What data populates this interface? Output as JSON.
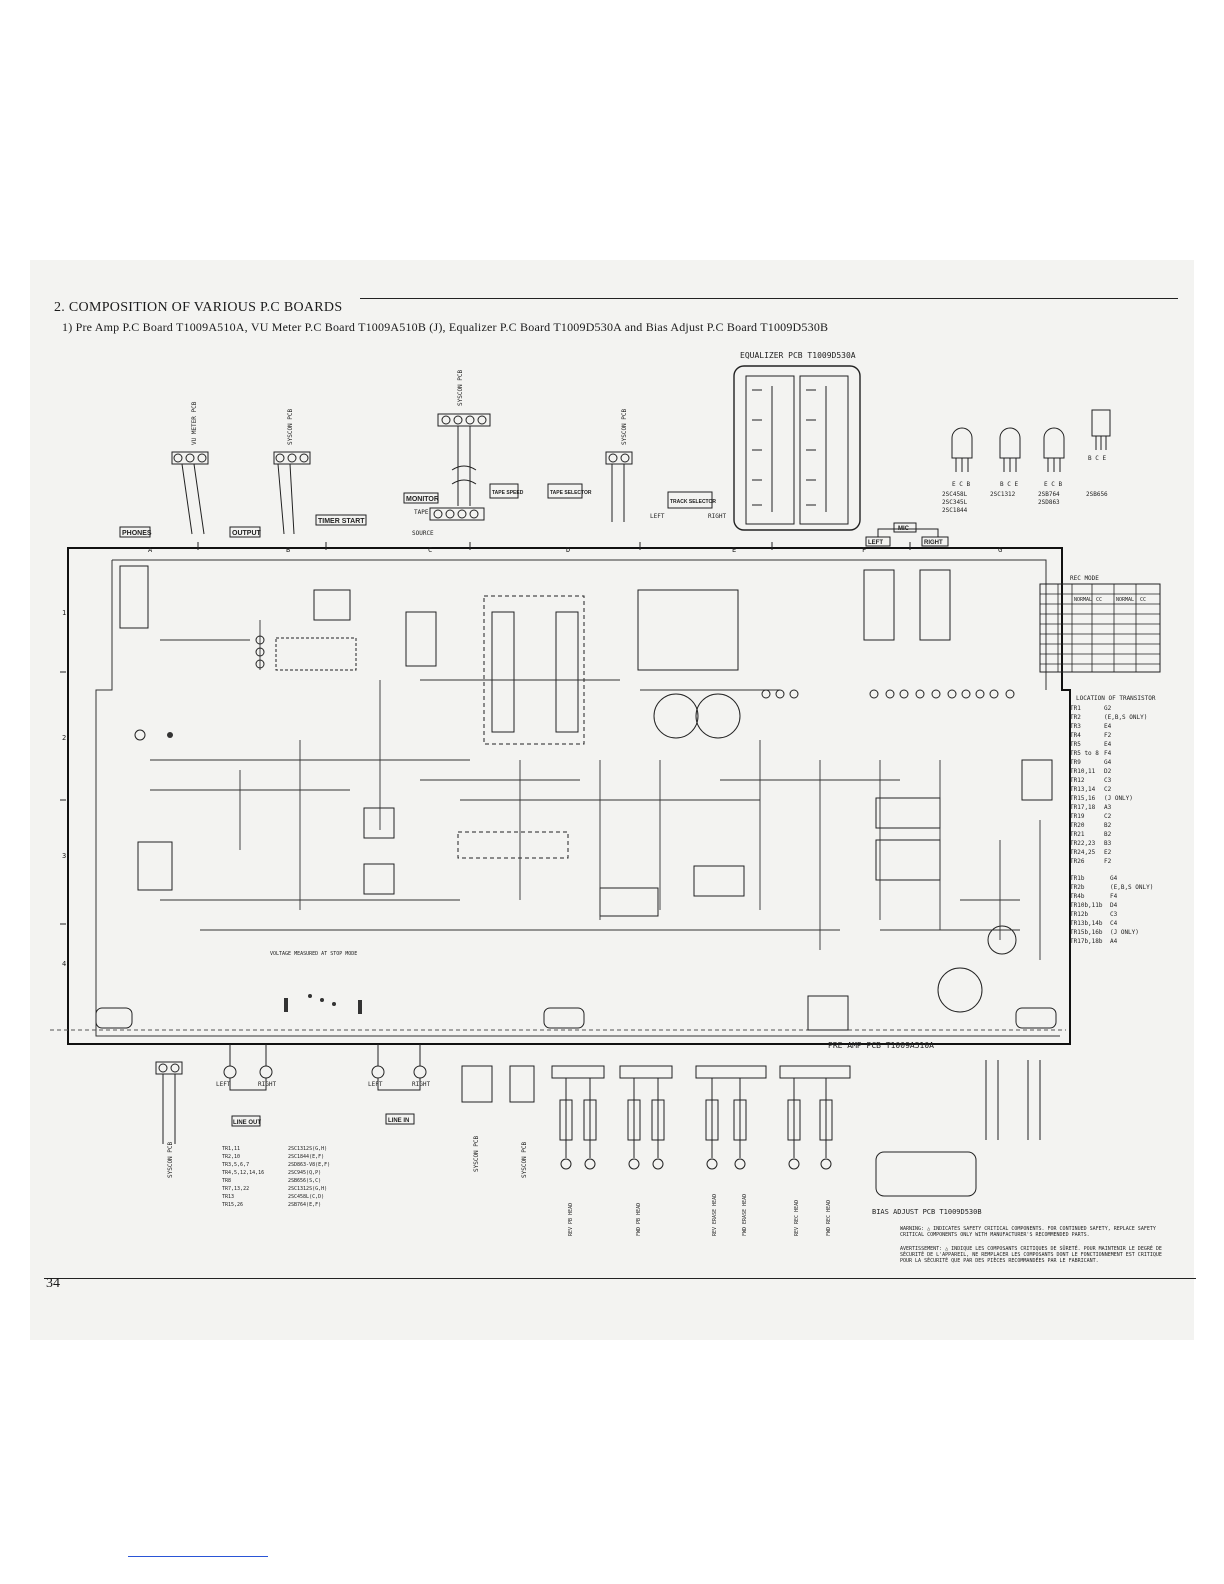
{
  "heading": "2. COMPOSITION OF VARIOUS P.C BOARDS",
  "subheading": "1) Pre Amp P.C Board T1009A510A, VU Meter P.C Board T1009A510B (J), Equalizer P.C Board T1009D530A and Bias Adjust P.C Board T1009D530B",
  "page_number": "34",
  "boards": {
    "equalizer": "EQUALIZER PCB T1009D530A",
    "preamp": "PRE AMP PCB T1009A510A",
    "bias": "BIAS ADJUST PCB T1009D530B"
  },
  "grid": {
    "columns": [
      "A",
      "B",
      "C",
      "D",
      "E",
      "F",
      "G"
    ],
    "rows": [
      "1",
      "2",
      "3",
      "4"
    ]
  },
  "boxed_labels": {
    "phones": "PHONES",
    "output": "OUTPUT",
    "timer_start": "TIMER START",
    "monitor": "MONITOR",
    "tape_speed": "TAPE SPEED",
    "tape_selector": "TAPE SELECTOR",
    "track_selector": "TRACK SELECTOR",
    "mic": "MIC",
    "mic_left": "LEFT",
    "mic_right": "RIGHT",
    "line_out": "LINE OUT",
    "line_in": "LINE IN"
  },
  "connector_labels": {
    "vu_meter_pcb": "VU METER PCB",
    "syscon_pcb": "SYSCON PCB",
    "left": "LEFT",
    "right": "RIGHT",
    "source": "SOURCE",
    "tape": "TAPE"
  },
  "transistors": [
    {
      "pins": "E C B",
      "parts": [
        "2SC458L",
        "2SC345L",
        "2SC1844"
      ]
    },
    {
      "pins": "B C E",
      "parts": [
        "2SC1312"
      ]
    },
    {
      "pins": "E C B",
      "parts": [
        "2SB764",
        "2SD863"
      ]
    },
    {
      "pins": "B C E",
      "parts": [
        "2SB656"
      ]
    }
  ],
  "rec_mode_table": {
    "title": "REC MODE",
    "header": [
      "",
      "",
      "NORMAL",
      "CC",
      "NORMAL",
      "CC"
    ]
  },
  "location_of_transistor": {
    "title": "LOCATION OF TRANSISTOR",
    "rows": [
      [
        "TR1",
        "G2"
      ],
      [
        "TR2",
        "(E,B,S ONLY)"
      ],
      [
        "TR3",
        "E4"
      ],
      [
        "TR4",
        "F2"
      ],
      [
        "TR5",
        "E4"
      ],
      [
        "TR5 to 8",
        "F4"
      ],
      [
        "TR9",
        "G4"
      ],
      [
        "TR10,11",
        "D2"
      ],
      [
        "TR12",
        "C3"
      ],
      [
        "TR13,14",
        "C2"
      ],
      [
        "TR15,16",
        "(J ONLY)"
      ],
      [
        "TR17,18",
        "A3"
      ],
      [
        "TR19",
        "C2"
      ],
      [
        "TR20",
        "B2"
      ],
      [
        "TR21",
        "B2"
      ],
      [
        "TR22,23",
        "B3"
      ],
      [
        "TR24,25",
        "E2"
      ],
      [
        "TR26",
        "F2"
      ]
    ],
    "rows2": [
      [
        "TR1b",
        "G4"
      ],
      [
        "TR2b",
        "(E,B,S ONLY)"
      ],
      [
        "TR4b",
        "F4"
      ],
      [
        "TR10b,11b",
        "D4"
      ],
      [
        "TR12b",
        "C3"
      ],
      [
        "TR13b,14b",
        "C4"
      ],
      [
        "TR15b,16b",
        "(J ONLY)"
      ],
      [
        "TR17b,18b",
        "A4"
      ]
    ]
  },
  "transistor_list": [
    [
      "TR1,11",
      "2SC1312S(G,H)"
    ],
    [
      "TR2,10",
      "2SC1844(E,F)"
    ],
    [
      "TR3,5,6,7",
      "2SD863-V8(E,F)"
    ],
    [
      "TR4,5,12,14,16",
      "2SC945(Q,P)"
    ],
    [
      "TR8",
      "2SB656(S,C)"
    ],
    [
      "TR7,13,22",
      "2SC1312S(G,H)"
    ],
    [
      "TR13",
      "2SC458L(C,D)"
    ],
    [
      "TR15,26",
      "2SB764(E,F)"
    ]
  ],
  "notes": {
    "voltage": "VOLTAGE MEASURED AT STOP MODE",
    "warning": "WARNING: △ INDICATES SAFETY CRITICAL COMPONENTS. FOR CONTINUED SAFETY, REPLACE SAFETY CRITICAL COMPONENTS ONLY WITH MANUFACTURER'S RECOMMENDED PARTS.",
    "avertissement": "AVERTISSEMENT: △ INDIQUE LES COMPOSANTS CRITIQUES DE SÛRETÉ. POUR MAINTENIR LE DEGRÉ DE SÉCURITÉ DE L'APPAREIL, NE REMPLACER LES COMPOSANTS DONT LE FONCTIONNEMENT EST CRITIQUE POUR LA SÉCURITÉ QUE PAR DES PIÈCES RECOMMANDÉES PAR LE FABRICANT."
  },
  "heads": [
    "REV PB HEAD",
    "FWD PB HEAD",
    "REV ERASE HEAD",
    "FWD ERASE HEAD",
    "REV REC HEAD",
    "FWD REC HEAD"
  ]
}
